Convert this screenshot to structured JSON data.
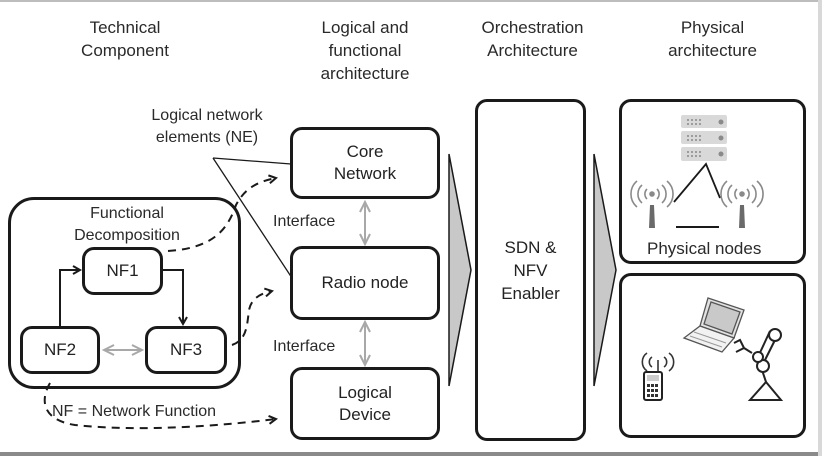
{
  "columns": {
    "technical_component": "Technical\nComponent",
    "logical_functional": "Logical and\nfunctional\narchitecture",
    "orchestration": "Orchestration\nArchitecture",
    "physical": "Physical\narchitecture"
  },
  "annotations": {
    "logical_network_elements": "Logical network\nelements (NE)",
    "interface_top": "Interface",
    "interface_bottom": "Interface",
    "nf_legend": "NF = Network Function"
  },
  "functional_decomposition": {
    "title": "Functional\nDecomposition",
    "nodes": [
      "NF1",
      "NF2",
      "NF3"
    ]
  },
  "logical_elements": {
    "core_network": "Core\nNetwork",
    "radio_node": "Radio node",
    "logical_device": "Logical\nDevice"
  },
  "orchestration_box": "SDN &\nNFV\nEnabler",
  "physical_nodes": {
    "label": "Physical nodes",
    "icons": [
      "server-rack-icon",
      "antenna-left-icon",
      "antenna-right-icon"
    ]
  },
  "devices": {
    "icons": [
      "laptop-icon",
      "mobile-phone-icon",
      "robot-arm-icon"
    ]
  },
  "colors": {
    "stroke": "#1a1a1a",
    "interface_arrow": "#a8a8a8",
    "chevron_fill": "#c8c8c8",
    "server_fill": "#d9d9d9"
  }
}
